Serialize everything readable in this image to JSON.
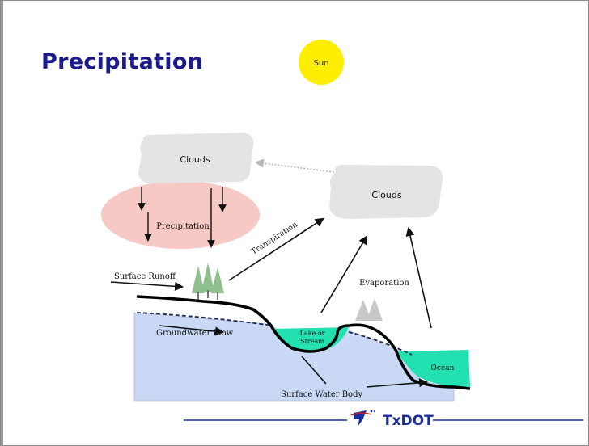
{
  "slide": {
    "title": "Precipitation"
  },
  "diagram": {
    "sun_label": "Sun",
    "clouds_left_label": "Clouds",
    "clouds_right_label": "Clouds",
    "precipitation_label": "Precipitation",
    "transpiration_label": "Transpiration",
    "surface_runoff_label": "Surface Runoff",
    "evaporation_label": "Evaporation",
    "groundwater_flow_label": "Groundwater Flow",
    "lake_label_line1": "Lake or",
    "lake_label_line2": "Stream",
    "ocean_label": "Ocean",
    "surface_water_body_label": "Surface Water Body"
  },
  "footer": {
    "logo_text": "TxDOT"
  },
  "colors": {
    "title": "#1a1a8c",
    "sun": "#ffee00",
    "cloud": "#e4e4e4",
    "precip_area": "#f7c9c4",
    "ground": "#c9d8f5",
    "water": "#23e0b0",
    "tree": "#8fbf8f",
    "tree_gray": "#c8c8c8",
    "footer_line": "#1a2f9c",
    "logo": "#1a2f9c"
  }
}
